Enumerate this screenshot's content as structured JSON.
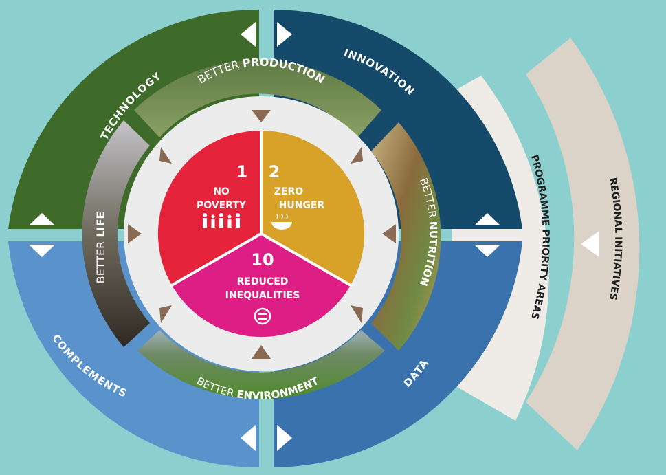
{
  "colors": {
    "background": "#8ccfcf",
    "technology": "#3e6b2a",
    "innovation": "#164a6b",
    "complements": "#5a93cb",
    "data": "#3a72ad",
    "priority_band": "#efebe6",
    "regional_band": "#dbd2c8",
    "ring": "#ececec",
    "sdg1": "#e5243b",
    "sdg2": "#d8a128",
    "sdg10": "#dd1e84",
    "arrow": "#8a6a52"
  },
  "quadrants": {
    "technology": "TECHNOLOGY",
    "innovation": "INNOVATION",
    "complements": "COMPLEMENTS",
    "data": "DATA"
  },
  "outer_bands": {
    "programme": "PROGRAMME PRIORITY AREAS",
    "regional": "REGIONAL INITIATIVES"
  },
  "betters": {
    "production": {
      "prefix": "BETTER ",
      "word": "PRODUCTION"
    },
    "nutrition": {
      "prefix": "BETTER ",
      "word": "NUTRITION"
    },
    "environment": {
      "prefix": "BETTER ",
      "word": "ENVIRONMENT"
    },
    "life": {
      "prefix": "BETTER ",
      "word": "LIFE"
    }
  },
  "sdgs": [
    {
      "number": "1",
      "line1": "NO",
      "line2": "POVERTY",
      "icon": "family-icon"
    },
    {
      "number": "2",
      "line1": "ZERO",
      "line2": "HUNGER",
      "icon": "bowl-icon"
    },
    {
      "number": "10",
      "line1": "REDUCED",
      "line2": "INEQUALITIES",
      "icon": "equality-icon"
    }
  ]
}
